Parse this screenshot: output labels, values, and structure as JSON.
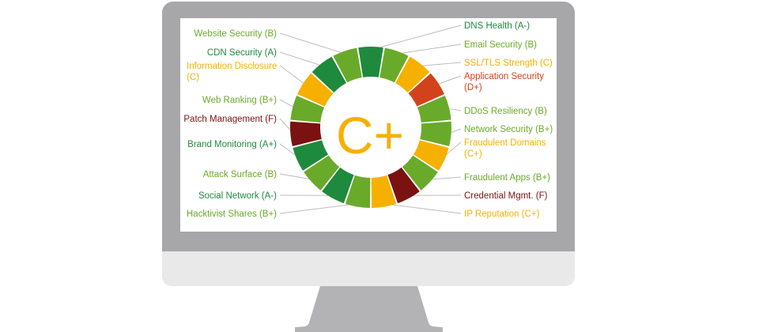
{
  "overall_grade": "C+",
  "colors": {
    "A_plus": "#1e8a3e",
    "A": "#1e8a3e",
    "A_minus": "#1e8a3e",
    "B_plus": "#6aaa2a",
    "B": "#6aaa2a",
    "C_plus": "#f6b000",
    "C": "#f6b000",
    "D_plus": "#d2431c",
    "F": "#7a1212",
    "grade_text": "#f6b000",
    "monitor_frame": "#a7a7aa",
    "monitor_chin": "#e9e9ea",
    "leader_line": "#bcbcbc"
  },
  "categories": [
    {
      "label": "DNS Health (A-)",
      "grade": "A-",
      "side": "right"
    },
    {
      "label": "Email Security (B)",
      "grade": "B",
      "side": "right"
    },
    {
      "label": "SSL/TLS Strength (C)",
      "grade": "C",
      "side": "right"
    },
    {
      "label": "Application Security",
      "label2": "(D+)",
      "grade": "D+",
      "side": "right"
    },
    {
      "label": "DDoS Resiliency (B)",
      "grade": "B",
      "side": "right"
    },
    {
      "label": "Network Security (B+)",
      "grade": "B+",
      "side": "right"
    },
    {
      "label": "Fraudulent Domains",
      "label2": "(C+)",
      "grade": "C+",
      "side": "right"
    },
    {
      "label": "Fraudulent Apps (B+)",
      "grade": "B+",
      "side": "right"
    },
    {
      "label": "Credential Mgmt. (F)",
      "grade": "F",
      "side": "right"
    },
    {
      "label": "IP Reputation (C+)",
      "grade": "C+",
      "side": "right"
    },
    {
      "label": "Hacktivist Shares (B+)",
      "grade": "B+",
      "side": "left"
    },
    {
      "label": "Social Network (A-)",
      "grade": "A-",
      "side": "left"
    },
    {
      "label": "Attack Surface (B)",
      "grade": "B",
      "side": "left"
    },
    {
      "label": "Brand Monitoring (A+)",
      "grade": "A+",
      "side": "left"
    },
    {
      "label": "Patch Management (F)",
      "grade": "F",
      "side": "left"
    },
    {
      "label": "Web Ranking (B+)",
      "grade": "B+",
      "side": "left"
    },
    {
      "label": "Information Disclosure",
      "label2": "(C)",
      "grade": "C",
      "side": "left"
    },
    {
      "label": "CDN Security (A)",
      "grade": "A",
      "side": "left"
    },
    {
      "label": "Website Security (B)",
      "grade": "B",
      "side": "left"
    }
  ]
}
